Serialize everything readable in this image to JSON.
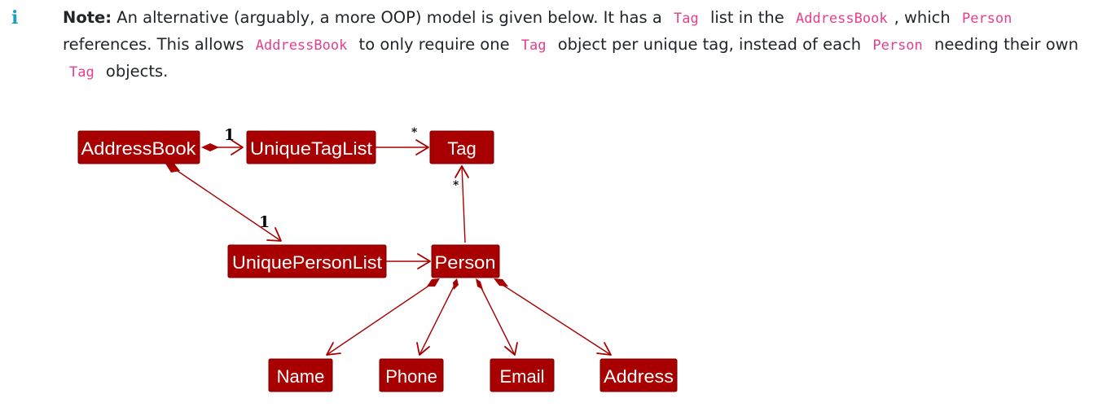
{
  "note": {
    "icon": "info-icon",
    "heading": "Note:",
    "seg1": "An alternative (arguably, a more OOP) model is given below. It has a",
    "code1": "Tag",
    "seg2": "list in the",
    "code2": "AddressBook",
    "seg3": ", which",
    "code3": "Person",
    "seg4": "references. This allows",
    "code4": "AddressBook",
    "seg5": "to only require one",
    "code5": "Tag",
    "seg6": "object per unique tag, instead of each",
    "code6": "Person",
    "seg7": "needing their own",
    "code7": "Tag",
    "seg8": "objects.",
    "accent_color": "#17a2b8",
    "code_color": "#e83e8c"
  },
  "diagram": {
    "box_color": "#a80000",
    "classes": {
      "addressbook": "AddressBook",
      "uniquetaglist": "UniqueTagList",
      "tag": "Tag",
      "uniquepersonlist": "UniquePersonList",
      "person": "Person",
      "name": "Name",
      "phone": "Phone",
      "email": "Email",
      "address": "Address"
    },
    "multiplicities": {
      "addressbook_taglist": "1",
      "taglist_tag": "*",
      "addressbook_personlist": "1",
      "person_tag": "*"
    }
  }
}
